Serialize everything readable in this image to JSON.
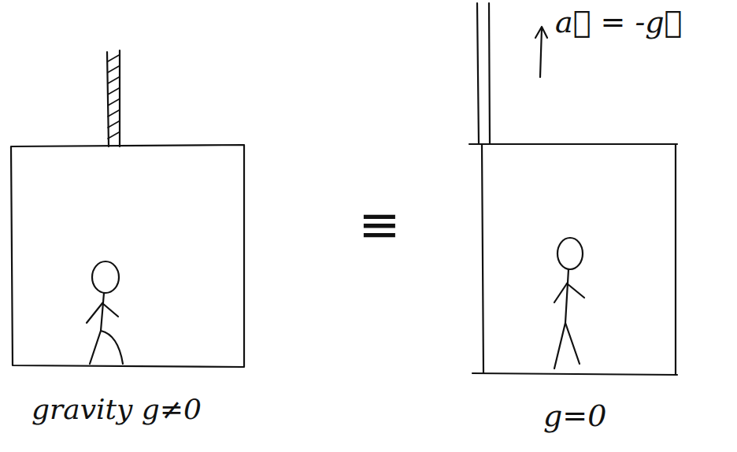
{
  "diagram": {
    "labels": [
      "gravity g≠0",
      "≡",
      "a⃗ = -g⃗",
      "g=0"
    ]
  }
}
